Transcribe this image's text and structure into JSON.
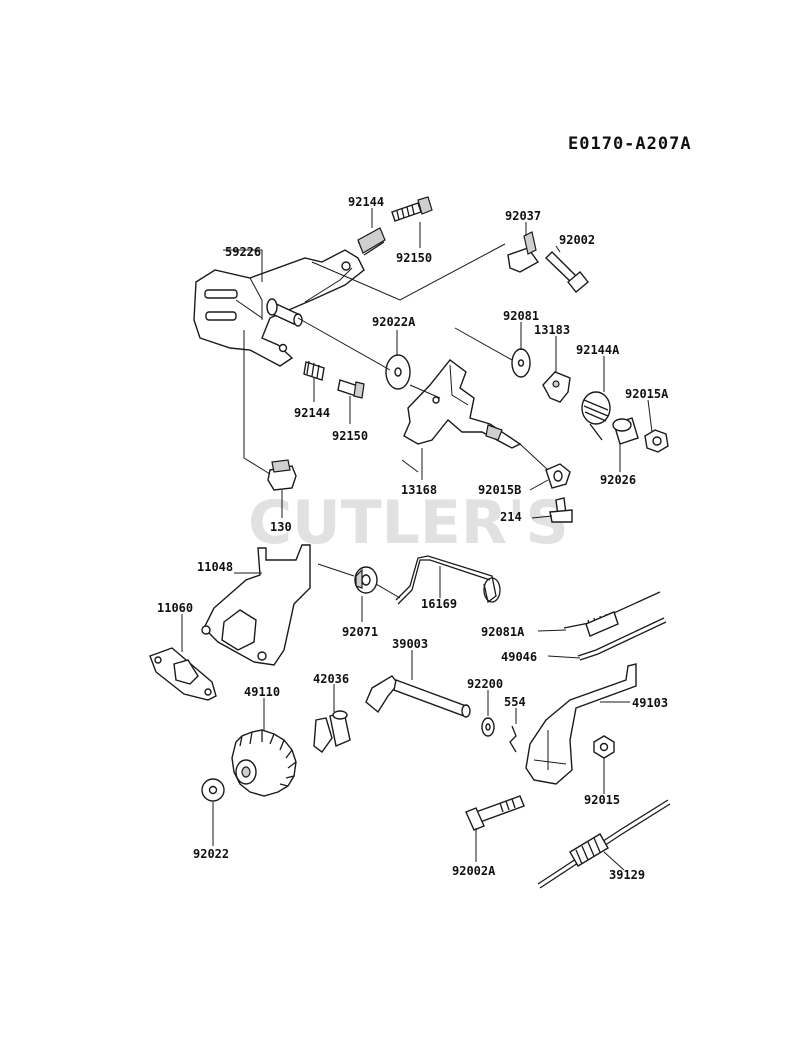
{
  "diagram": {
    "code": "E0170-A207A",
    "watermark": "CUTLER'S",
    "parts": {
      "p92144a": "92144",
      "p92150a": "92150",
      "p59226": "59226",
      "p92037": "92037",
      "p92002": "92002",
      "p92022a": "92022A",
      "p92081": "92081",
      "p13183": "13183",
      "p92144A": "92144A",
      "p92015A": "92015A",
      "p92144b": "92144",
      "p92150b": "92150",
      "p92026": "92026",
      "p13168": "13168",
      "p92015B": "92015B",
      "p214": "214",
      "p130": "130",
      "p11048": "11048",
      "p11060": "11060",
      "p16169": "16169",
      "p92071": "92071",
      "p39003": "39003",
      "p92081A": "92081A",
      "p49046": "49046",
      "p92200": "92200",
      "p554": "554",
      "p49103": "49103",
      "p42036": "42036",
      "p49110": "49110",
      "p92015": "92015",
      "p92022": "92022",
      "p92002A": "92002A",
      "p39129": "39129"
    }
  }
}
